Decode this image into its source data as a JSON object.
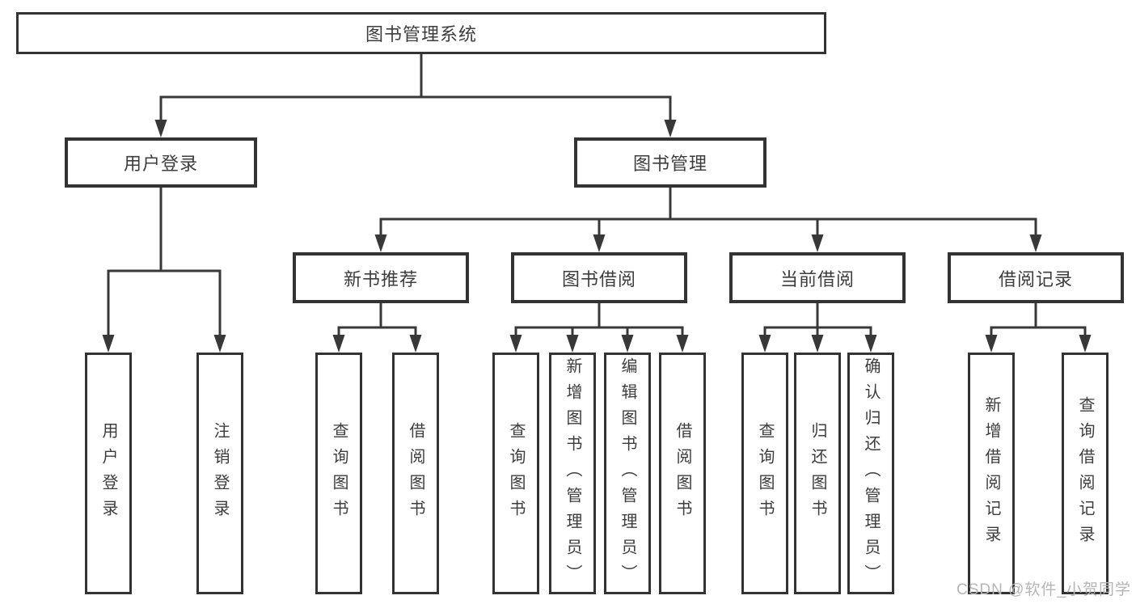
{
  "colors": {
    "line": "#383838",
    "box_border": "#333333",
    "text": "#3d3d3d",
    "watermark": "#b5b5b5"
  },
  "watermark": {
    "text": "CSDN @软件_小贺同学"
  },
  "tree": {
    "label": "图书管理系统",
    "children": [
      {
        "label": "用户登录",
        "children": [
          {
            "label": "用户登录"
          },
          {
            "label": "注销登录"
          }
        ]
      },
      {
        "label": "图书管理",
        "children": [
          {
            "label": "新书推荐",
            "children": [
              {
                "label": "查询图书"
              },
              {
                "label": "借阅图书"
              }
            ]
          },
          {
            "label": "图书借阅",
            "children": [
              {
                "label": "查询图书"
              },
              {
                "label": "新增图书（管理员）"
              },
              {
                "label": "编辑图书（管理员）"
              },
              {
                "label": "借阅图书"
              }
            ]
          },
          {
            "label": "当前借阅",
            "children": [
              {
                "label": "查询图书"
              },
              {
                "label": "归还图书"
              },
              {
                "label": "确认归还（管理员）"
              }
            ]
          },
          {
            "label": "借阅记录",
            "children": [
              {
                "label": "新增借阅记录"
              },
              {
                "label": "查询借阅记录"
              }
            ]
          }
        ]
      }
    ]
  }
}
